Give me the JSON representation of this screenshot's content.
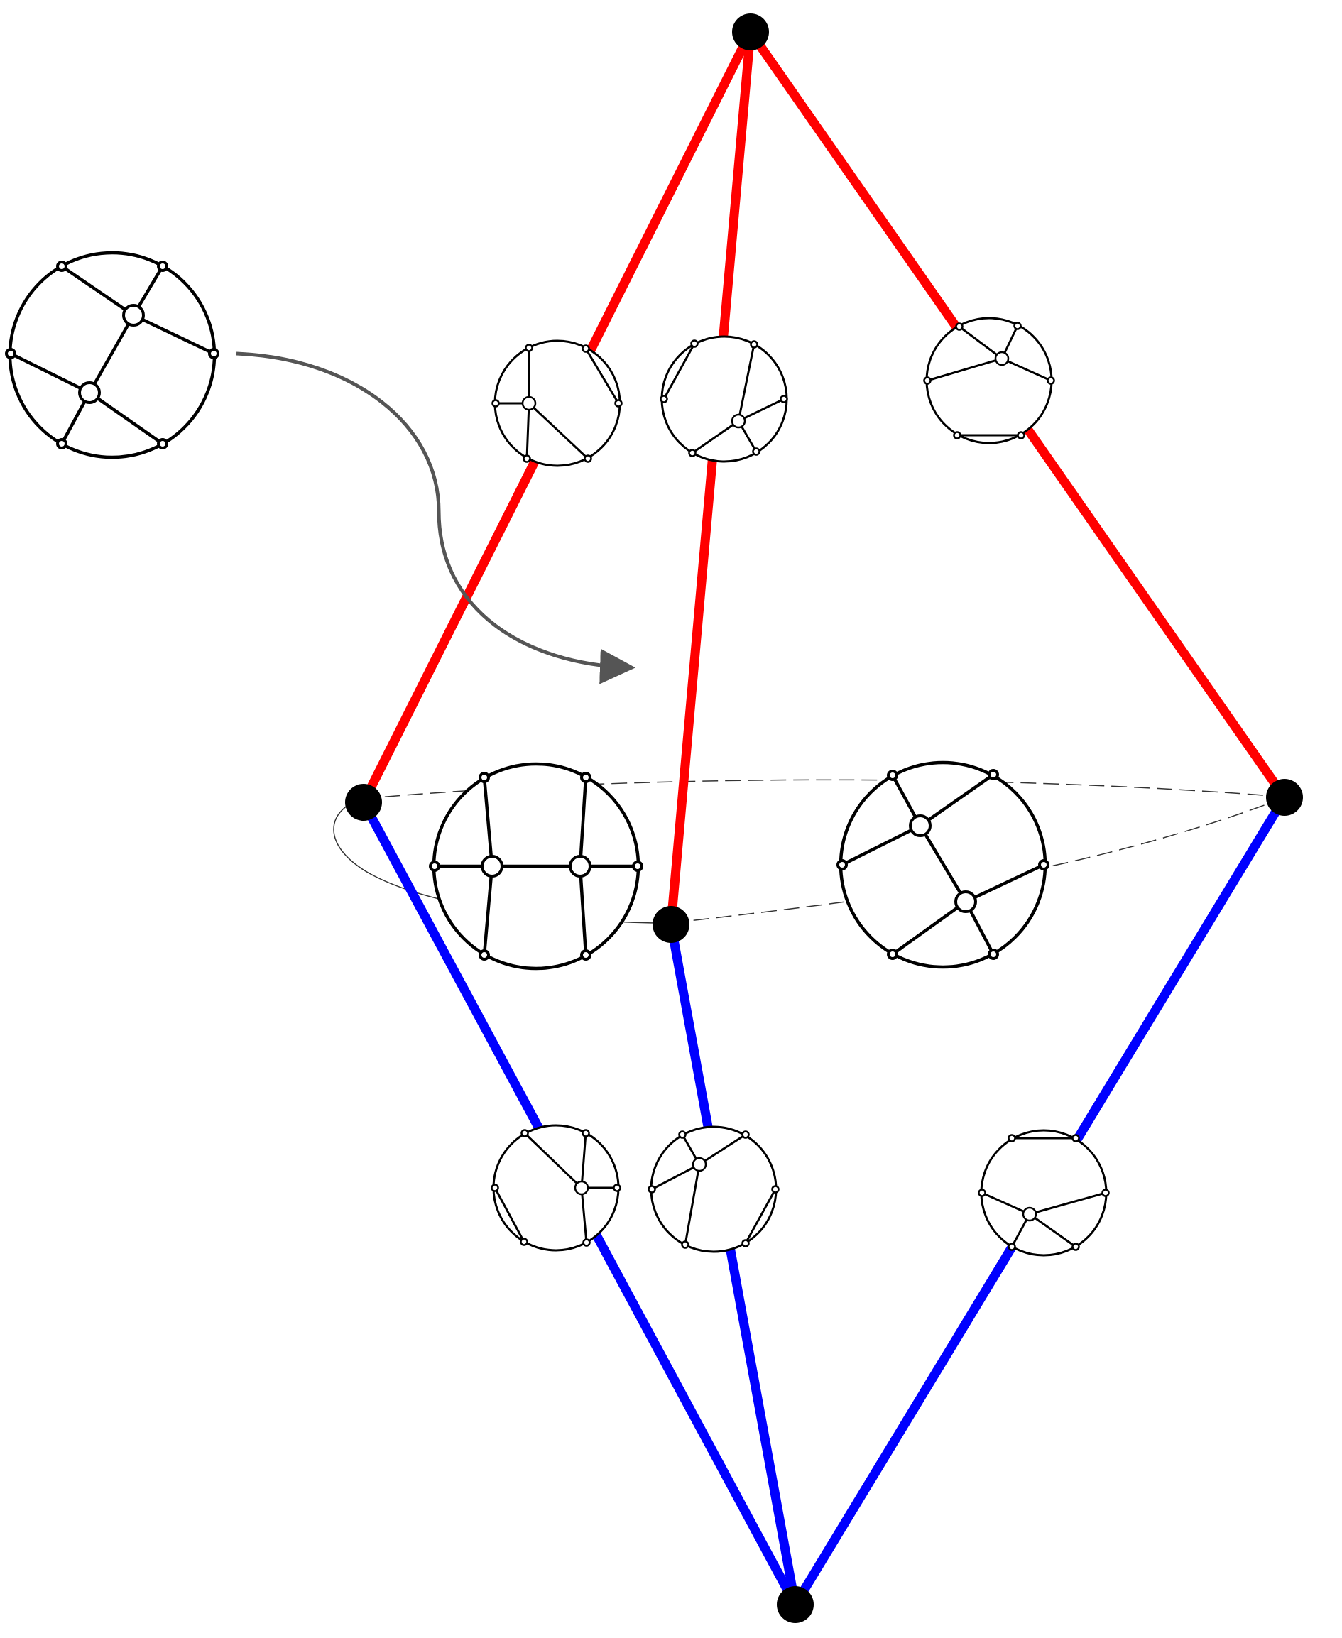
{
  "colors": {
    "upper_edge": "#ff0000",
    "lower_edge": "#0000ff",
    "vertex": "#000000",
    "diagram_stroke": "#000000",
    "diagram_fill": "#ffffff",
    "arrow": "#555555",
    "guide": "#333333"
  },
  "graph": {
    "vertices": [
      "top-vertex",
      "left-vertex",
      "center-vertex",
      "right-vertex",
      "bottom-vertex"
    ],
    "edges": [
      {
        "from": "top-vertex",
        "to": "left-vertex",
        "color": "upper_edge"
      },
      {
        "from": "top-vertex",
        "to": "center-vertex",
        "color": "upper_edge"
      },
      {
        "from": "top-vertex",
        "to": "right-vertex",
        "color": "upper_edge"
      },
      {
        "from": "bottom-vertex",
        "to": "left-vertex",
        "color": "lower_edge"
      },
      {
        "from": "bottom-vertex",
        "to": "center-vertex",
        "color": "lower_edge"
      },
      {
        "from": "bottom-vertex",
        "to": "right-vertex",
        "color": "lower_edge"
      }
    ]
  },
  "icons": [
    "chord-diagram-icon",
    "arrow-icon"
  ]
}
